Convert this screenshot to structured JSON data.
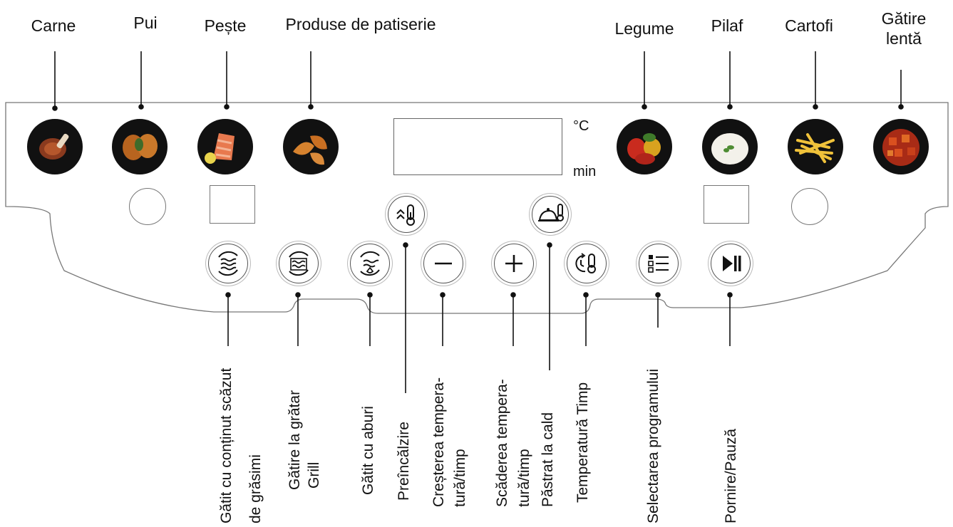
{
  "top_labels": {
    "carne": "Carne",
    "pui": "Pui",
    "peste": "Pește",
    "patiserie": "Produse de patiserie",
    "legume": "Legume",
    "pilaf": "Pilaf",
    "cartofi": "Cartofi",
    "gatire_lenta_line1": "Gătire",
    "gatire_lenta_line2": "lentă"
  },
  "display": {
    "unit_temp": "°C",
    "unit_time": "min"
  },
  "bottom_labels": {
    "low_fat_line1": "Gătit cu conținut scăzut",
    "low_fat_line2": "de grăsimi",
    "grill_line1": "Gătire la grătar",
    "grill_line2": "Grill",
    "steam": "Gătit cu aburi",
    "preheat": "Preîncălzire",
    "increase_line1": "Creșterea tempera-",
    "increase_line2": "tură/timp",
    "decrease_line1": "Scăderea tempera-",
    "decrease_line2": "tură/timp",
    "keep_warm": "Păstrat la cald",
    "temp_time": "Temperatură Timp",
    "program_select": "Selectarea programului",
    "start_pause": "Pornire/Pauză"
  }
}
